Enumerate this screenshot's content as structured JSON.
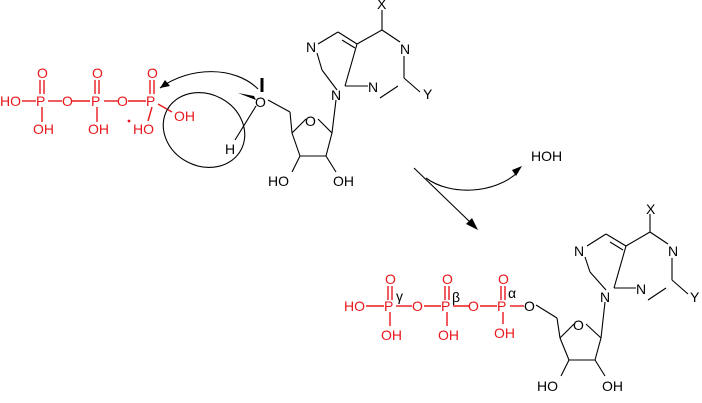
{
  "colors": {
    "phosphate": "#e8181c",
    "structure": "#000000",
    "background": "#ffffff"
  },
  "reactant": {
    "phosphates": {
      "left_oh": "HO",
      "p1": "P",
      "p2": "P",
      "p3": "P",
      "o_top1": "O",
      "o_top2": "O",
      "o_top3": "O",
      "o_bridge1": "O",
      "o_bridge2": "O",
      "oh_bottom1": "OH",
      "oh_bottom2": "OH",
      "oh_bottom3": "HO",
      "oh_right": "OH"
    },
    "ribose_oxygen": "O",
    "hydrogen": "H",
    "base_x": "X",
    "base_y": "Y",
    "ring_ns": [
      "N",
      "N",
      "N",
      "N"
    ],
    "ring_oh_left": "HO",
    "ring_oh_right": "OH",
    "ring_o": "O"
  },
  "byproduct": "HOH",
  "product": {
    "phosphates": {
      "left_oh": "HO",
      "p1": "P",
      "p2": "P",
      "p3": "P",
      "o_top1": "O",
      "o_top2": "O",
      "o_top3": "O",
      "o_bridge1": "O",
      "o_bridge2": "O",
      "o_link": "O",
      "oh_bottom1": "OH",
      "oh_bottom2": "OH",
      "oh_bottom3": "OH",
      "gamma": "γ",
      "beta": "β",
      "alpha": "α"
    },
    "base_x": "X",
    "base_y": "Y",
    "ring_ns": [
      "N",
      "N",
      "N",
      "N"
    ],
    "ring_oh_left": "HO",
    "ring_oh_right": "OH",
    "ring_o": "O"
  }
}
